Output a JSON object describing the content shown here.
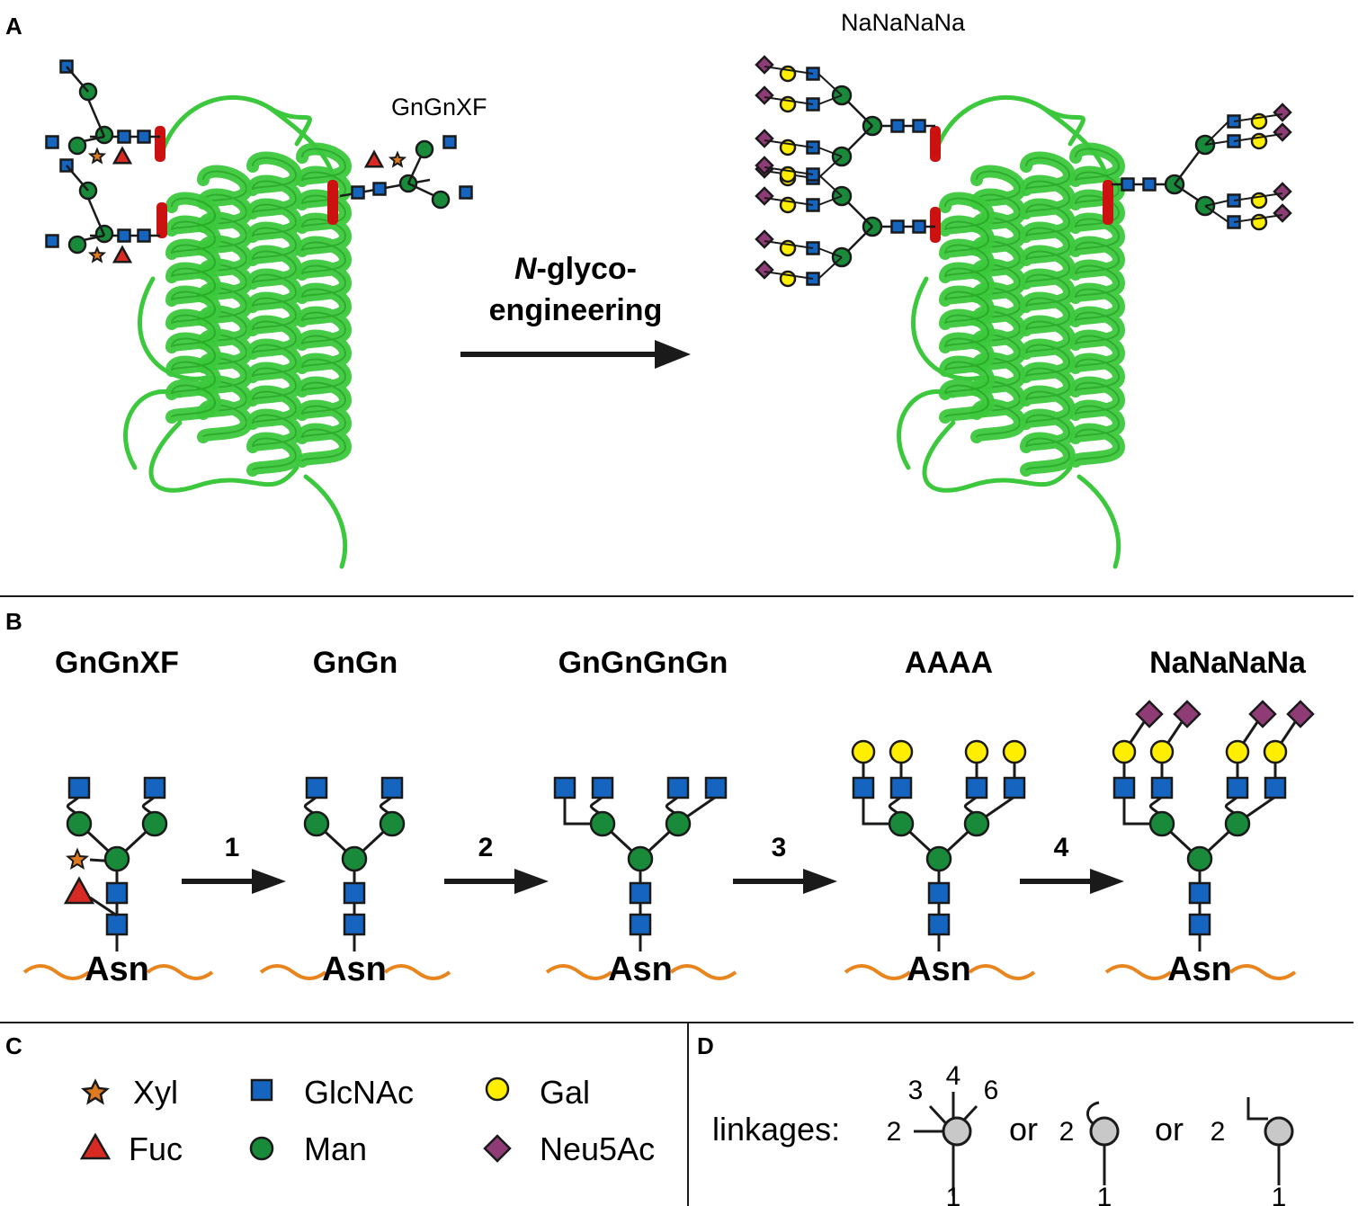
{
  "panel_letters": {
    "a": "A",
    "b": "B",
    "c": "C",
    "d": "D"
  },
  "panel_a": {
    "left_glycan_label": "GnGnXF",
    "right_glycan_label": "NaNaNaNa",
    "arrow_label_italic": "N",
    "arrow_label_line1_rest": "-glyco-",
    "arrow_label_line2": "engineering"
  },
  "panel_b": {
    "structures": [
      {
        "name": "GnGnXF"
      },
      {
        "name": "GnGn"
      },
      {
        "name": "GnGnGnGn"
      },
      {
        "name": "AAAA"
      },
      {
        "name": "NaNaNaNa"
      }
    ],
    "steps": [
      "1",
      "2",
      "3",
      "4"
    ],
    "asn_label": "Asn"
  },
  "panel_c": {
    "legend": [
      {
        "label": "Xyl",
        "icon": "star-icon",
        "color": "#e07a1f"
      },
      {
        "label": "Fuc",
        "icon": "triangle-icon",
        "color": "#d72a22"
      },
      {
        "label": "GlcNAc",
        "icon": "square-icon",
        "color": "#1565c0"
      },
      {
        "label": "Man",
        "icon": "circle-icon",
        "color": "#188a3a"
      },
      {
        "label": "Gal",
        "icon": "circle-icon",
        "color": "#ffee00"
      },
      {
        "label": "Neu5Ac",
        "icon": "diamond-icon",
        "color": "#8e3b76"
      }
    ]
  },
  "panel_d": {
    "label": "linkages:",
    "or_text": "or",
    "position_labels": [
      "2",
      "3",
      "4",
      "6",
      "1"
    ],
    "node_color": "#c8c8c8"
  },
  "colors": {
    "protein": "#3cc83c",
    "glycosite": "#cc1111",
    "asn_strand": "#e8851e",
    "ink": "#1a1a1a"
  }
}
